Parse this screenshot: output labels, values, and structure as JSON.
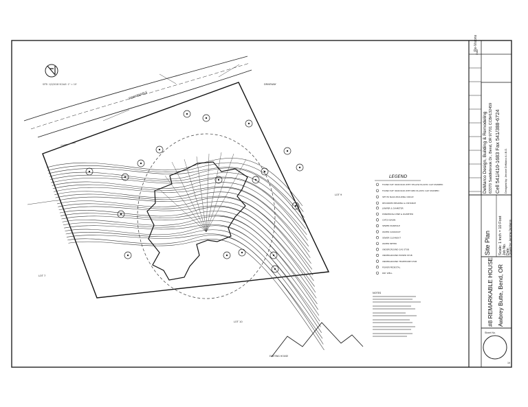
{
  "title_block": {
    "firm_line1": "DeMarco Design, Building & Remodeling",
    "firm_line2": "63370 Saddlebrook Dr., Bend, OR 97701 CCB#132459",
    "firm_line3": "Cell 541/410-1683  Fax 541/388-6724",
    "designed_by": "Designed by: Jerome DeMarco A.I.B.D.",
    "sheet_title": "Site Plan",
    "scale": "Scale: 1 inch = 10 Foot",
    "job_no": "Job No.",
    "date": "Date:",
    "drawn_by": "Drawn by: Jerome DeMarco",
    "project_name": "#8 REMARKABLE HOUSE",
    "project_location": "Awbrey Butte, Bend, OR",
    "revisions_label": "Re-Visions",
    "date_label": "Date",
    "sheet_no_label": "Sheet No.",
    "sheet_total": "19"
  },
  "plan": {
    "street": "REMARKABLE",
    "scale_note": "SITE: 1/2/2018\nSCALE: 1\" = 10'",
    "lot_labels": [
      "LOT 7",
      "LOT 9",
      "LOT 10"
    ],
    "existing_house": "EXISTING HOUSE",
    "driveway": "DRIVEWAY"
  },
  "legend": {
    "title": "LEGEND",
    "items": [
      "FOUND 5/8\" IRON ROD WITH YELLOW PLASTIC CAP STAMPED",
      "FOUND 5/8\" IRON ROD WITH RED PLASTIC CAP STAMPED",
      "SET PK NAILS BUILDING CIRCLE",
      "RECORDED BEARING & DISTANCE",
      "JUNIPER & DIAMETER",
      "PONDEROSA PINE & DIAMETER",
      "CATCH BASIN",
      "SEWER MANHOLE",
      "WATER CLEANOUT",
      "SEWER CLEANOUT",
      "WATER METER",
      "UNDERGROUND GAS STUB",
      "UNDERGROUND POWER STUB",
      "UNDERGROUND TELEPHONE STUB",
      "POWER PEDESTAL",
      "DRY WELL"
    ],
    "notes_title": "NOTES"
  },
  "colors": {
    "line": "#222222",
    "paper": "#ffffff"
  }
}
